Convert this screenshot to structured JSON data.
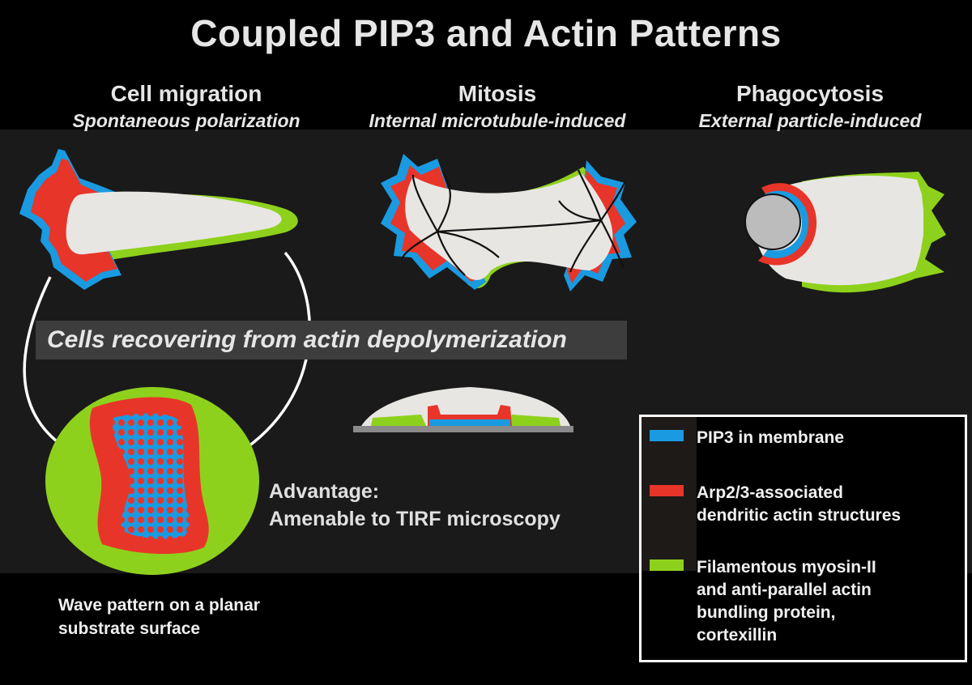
{
  "title": "Coupled PIP3 and Actin Patterns",
  "columns": [
    {
      "heading": "Cell migration",
      "subheading": "Spontaneous polarization"
    },
    {
      "heading": "Mitosis",
      "subheading": "Internal microtubule-induced"
    },
    {
      "heading": "Phagocytosis",
      "subheading": "External particle-induced"
    }
  ],
  "banner": "Cells recovering from actin depolymerization",
  "advantage": {
    "line1": "Advantage:",
    "line2": "Amenable to TIRF microscopy"
  },
  "wave_caption": {
    "line1": "Wave pattern on a planar",
    "line2": "substrate surface"
  },
  "legend": [
    {
      "color": "#1a9ae0",
      "line1": "PIP3 in membrane",
      "line2": "",
      "line3": "",
      "line4": ""
    },
    {
      "color": "#e8352a",
      "line1": "Arp2/3-associated",
      "line2": "dendritic actin structures",
      "line3": "",
      "line4": ""
    },
    {
      "color": "#8ed11c",
      "line1": "Filamentous myosin-II",
      "line2": "and anti-parallel actin",
      "line3": "bundling protein,",
      "line4": "cortexillin"
    }
  ],
  "colors": {
    "pip3": "#1a9ae0",
    "arp23": "#e8352a",
    "myosin": "#8ed11c",
    "cytoplasm": "#e8e6e3",
    "particle": "#bcbcbc",
    "background": "#000000",
    "panel": "#1a1a1a"
  }
}
